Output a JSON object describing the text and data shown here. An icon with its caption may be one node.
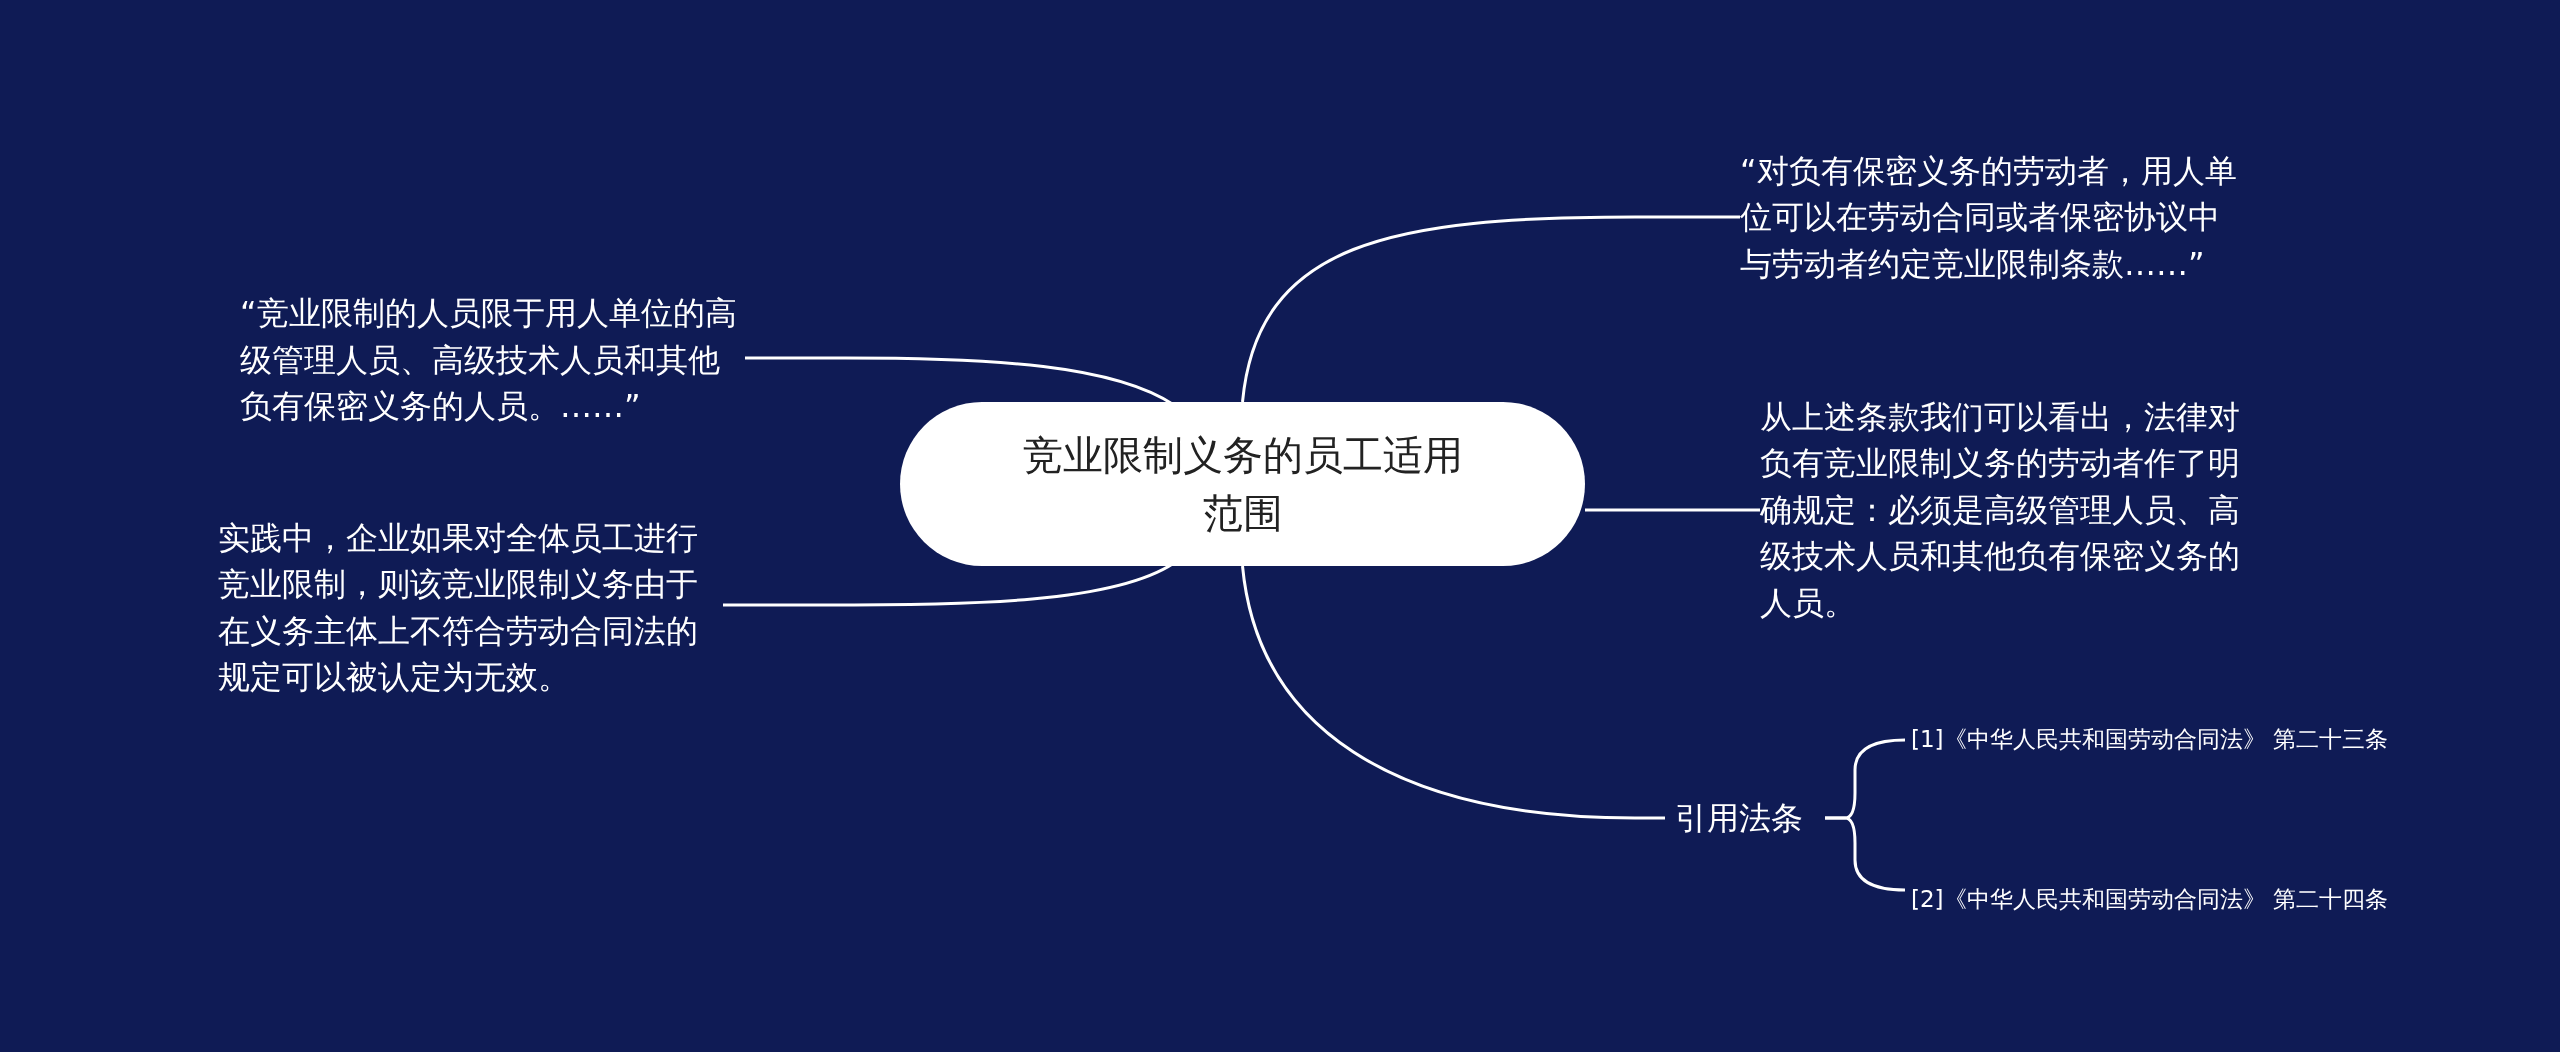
{
  "diagram": {
    "nodes": [
      {
        "text": [
          "竞业限制义务的员工适用范围"
        ]
      },
      {
        "text": [
          "“竞业限制的人员限于用人单位的高级管理人员、高级技术人员和其他负有保密义务的人员。……”"
        ]
      },
      {
        "text": [
          "实践中，企业如果对全体员工进行竞业限制，则该竞业限制义务由于在义务主体上不符合劳动合同法的规定可以被认定为无效。"
        ]
      },
      {
        "text": [
          "“对负有保密义务的劳动者，用人单位可以在劳动合同或者保密协议中与劳动者约定竞业限制条款……”"
        ]
      },
      {
        "text": [
          "从上述条款我们可以看出，法律对负有竞业限制义务的劳动者作了明确规定：必须是高级管理人员、高级技术人员和其他负有保密义务的人员。"
        ]
      },
      {
        "text": [
          "引用法条"
        ]
      },
      {
        "text": [
          "[1]《中华人民共和国劳动合同法》 第二十三条"
        ]
      },
      {
        "text": [
          "[2]《中华人民共和国劳动合同法》 第二十四条"
        ]
      }
    ],
    "edges": [
      {
        "from": 0,
        "to": 1,
        "arrow": "none"
      },
      {
        "from": 0,
        "to": 2,
        "arrow": "none"
      },
      {
        "from": 0,
        "to": 3,
        "arrow": "none"
      },
      {
        "from": 0,
        "to": 4,
        "arrow": "none"
      },
      {
        "from": 0,
        "to": 5,
        "arrow": "none"
      },
      {
        "from": 5,
        "to": 6,
        "arrow": "none"
      },
      {
        "from": 5,
        "to": 7,
        "arrow": "none"
      }
    ]
  }
}
